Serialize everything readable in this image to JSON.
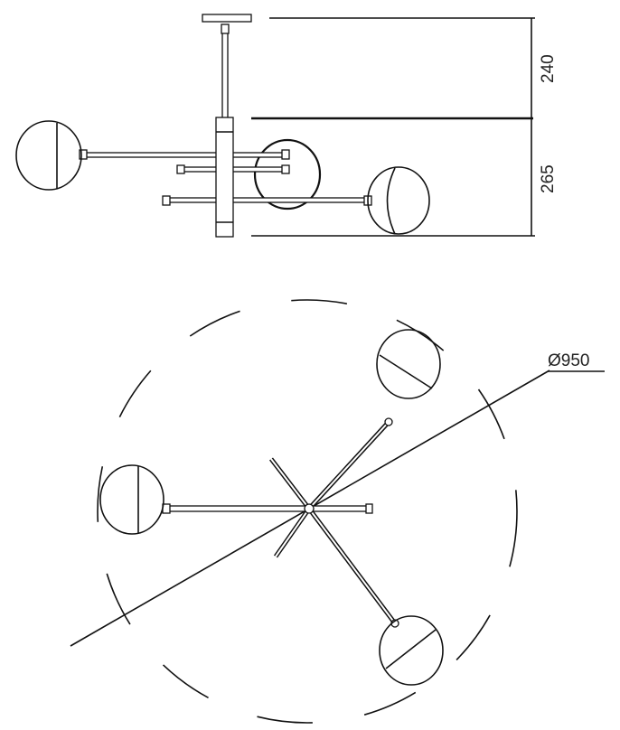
{
  "side_view": {
    "dimensions": {
      "upper": "240",
      "lower": "265"
    }
  },
  "top_view": {
    "diameter_label": "Ø950"
  }
}
